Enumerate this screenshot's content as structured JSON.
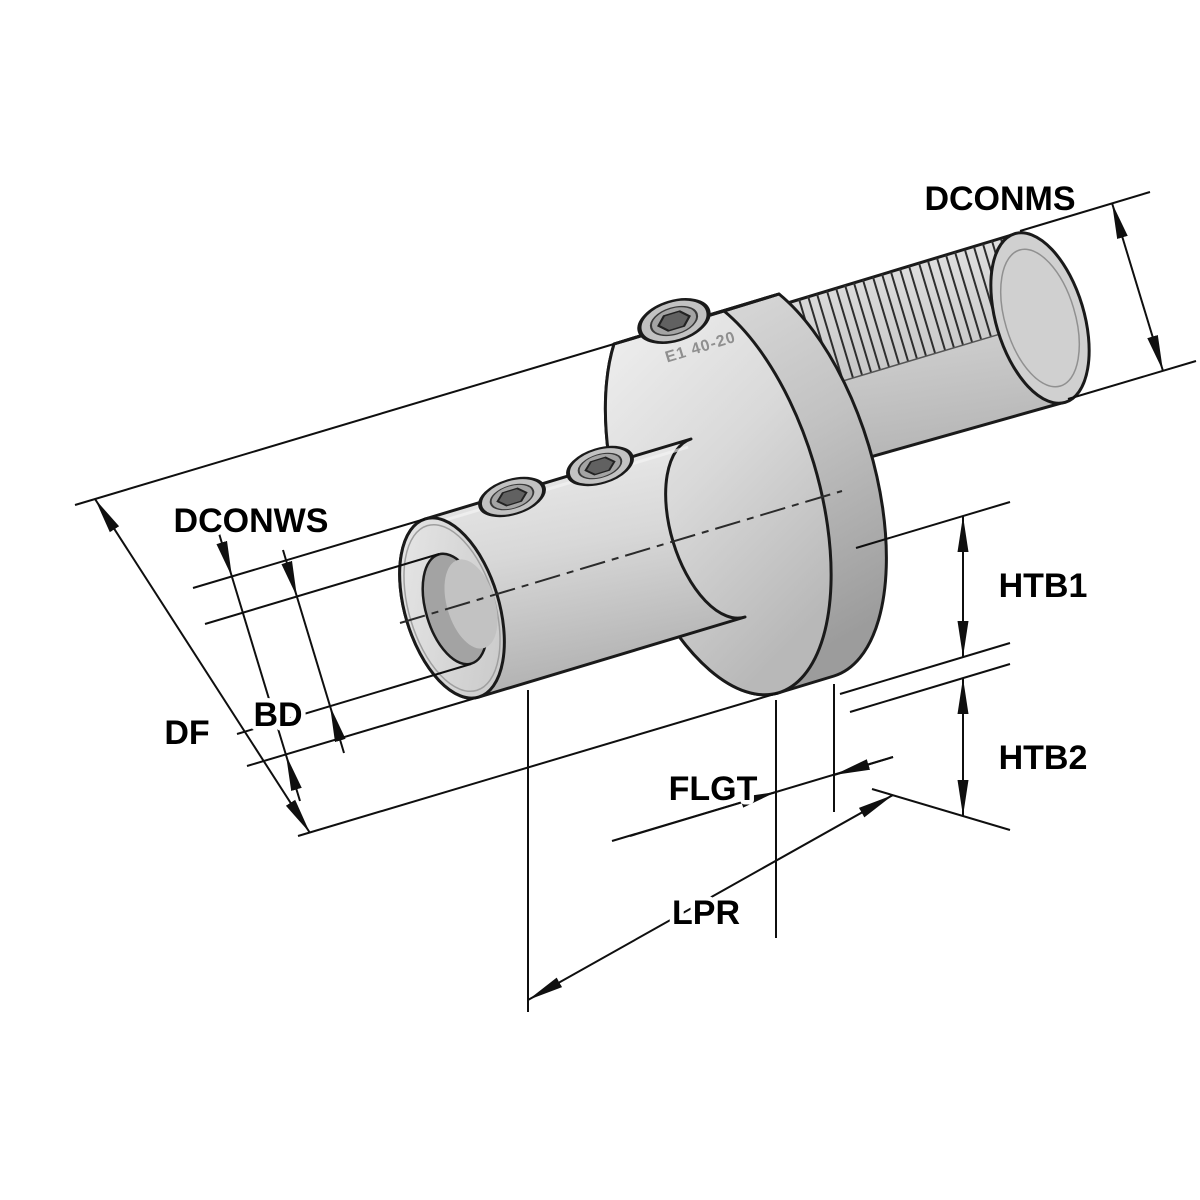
{
  "drawing": {
    "type": "technical-dimension-diagram",
    "subject": "VDI boring-bar tool holder, oblique projection",
    "engraving": "E1 40-20",
    "colors": {
      "background": "#ffffff",
      "outline": "#1a1a1a",
      "dimension": "#0f0f0f",
      "metal_light": "#efefef",
      "metal_mid": "#d6d6d6",
      "metal_dark": "#aeaeae",
      "bore": "#a3a3a3"
    },
    "labels": {
      "dconms": "DCONMS",
      "dconws": "DCONWS",
      "bd": "BD",
      "df": "DF",
      "htb1": "HTB1",
      "htb2": "HTB2",
      "flgt": "FLGT",
      "lpr": "LPR"
    }
  }
}
